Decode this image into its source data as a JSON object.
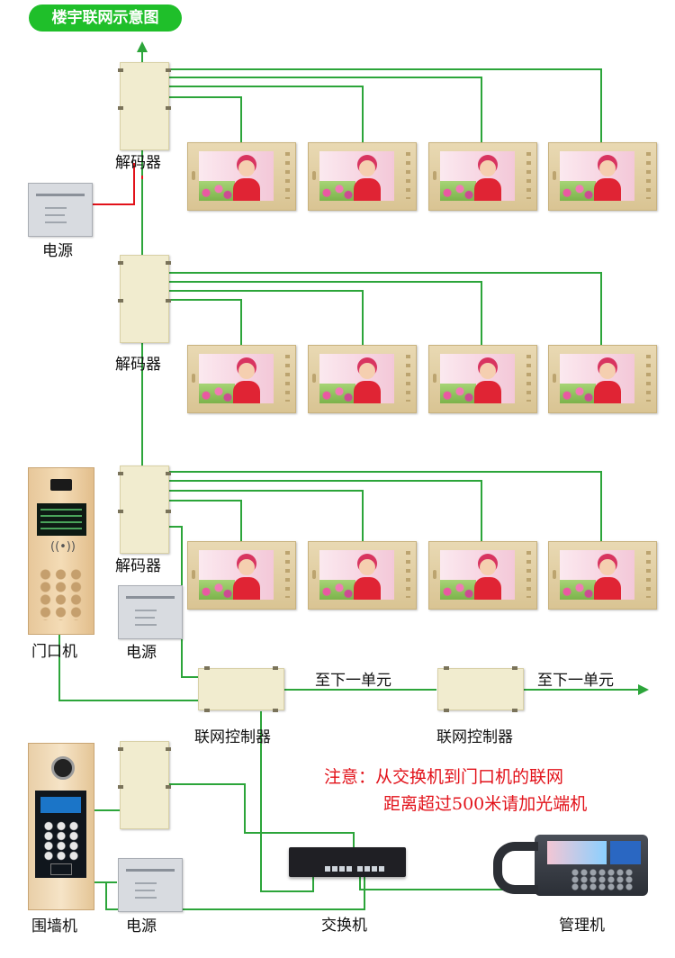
{
  "title": "楼宇联网示意图",
  "labels": {
    "decoder": "解码器",
    "power": "电源",
    "door_unit": "门口机",
    "wall_unit": "围墙机",
    "network_controller": "联网控制器",
    "to_next_unit": "至下一单元",
    "switch": "交换机",
    "manager": "管理机"
  },
  "note": {
    "line1": "注意：从交换机到门口机的联网",
    "line2": "距离超过500米请加光端机"
  },
  "colors": {
    "wire": "#2ca53a",
    "power_wire": "#e2121a",
    "title_bg": "#1fbf2a",
    "note": "#e2121a"
  },
  "icons": [
    "arrow-up-icon",
    "arrow-right-icon"
  ]
}
